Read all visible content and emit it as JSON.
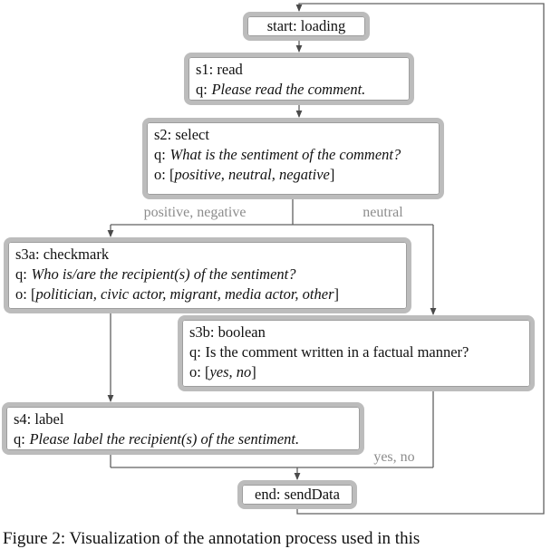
{
  "labels": {
    "q_prefix": "q:",
    "o_open": "o: [",
    "bracket_close": "]"
  },
  "nodes": {
    "start": {
      "title": "start: loading"
    },
    "s1": {
      "title": "s1: read",
      "q": "Please read the comment."
    },
    "s2": {
      "title": "s2: select",
      "q": "What is the sentiment of the comment?",
      "o_items": "positive, neutral, negative"
    },
    "s3a": {
      "title": "s3a: checkmark",
      "q": "Who is/are the recipient(s) of the sentiment?",
      "o_items": "politician, civic actor, migrant, media actor, other"
    },
    "s3b": {
      "title": "s3b: boolean",
      "q": "Is the comment written in a factual manner?",
      "o_items": "yes, no"
    },
    "s4": {
      "title": "s4: label",
      "q": "Please label the recipient(s) of the sentiment."
    },
    "end": {
      "title": "end: sendData"
    }
  },
  "edges": {
    "positive_negative": "positive, negative",
    "neutral": "neutral",
    "yes_no": "yes, no"
  },
  "caption": "Figure 2: Visualization of the annotation process used in this"
}
